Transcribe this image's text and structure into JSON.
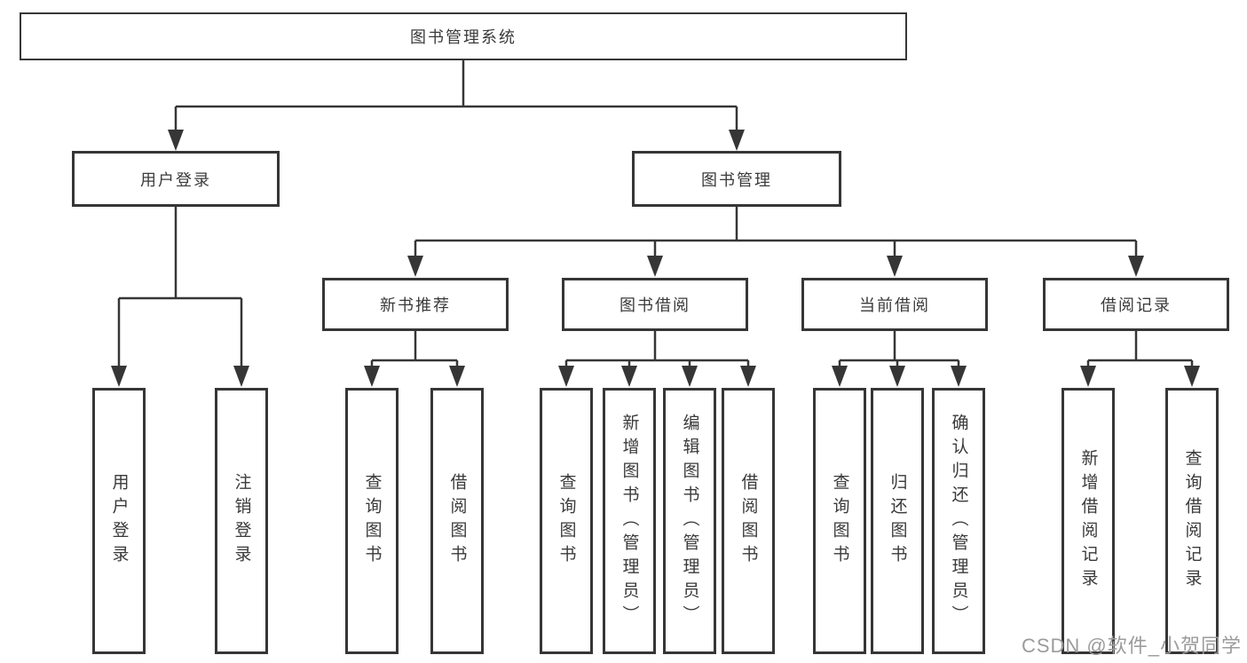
{
  "tree": {
    "root": {
      "label": "图书管理系统"
    },
    "children": [
      {
        "label": "用户登录",
        "children": [
          {
            "label": "用户登录"
          },
          {
            "label": "注销登录"
          }
        ]
      },
      {
        "label": "图书管理",
        "children": [
          {
            "label": "新书推荐",
            "children": [
              {
                "label": "查询图书"
              },
              {
                "label": "借阅图书"
              }
            ]
          },
          {
            "label": "图书借阅",
            "children": [
              {
                "label": "查询图书"
              },
              {
                "label": "新增图书（管理员）"
              },
              {
                "label": "编辑图书（管理员）"
              },
              {
                "label": "借阅图书"
              }
            ]
          },
          {
            "label": "当前借阅",
            "children": [
              {
                "label": "查询图书"
              },
              {
                "label": "归还图书"
              },
              {
                "label": "确认归还（管理员）"
              }
            ]
          },
          {
            "label": "借阅记录",
            "children": [
              {
                "label": "新增借阅记录"
              },
              {
                "label": "查询借阅记录"
              }
            ]
          }
        ]
      }
    ]
  },
  "watermark": {
    "text": "CSDN @软件_小贺同学"
  },
  "colors": {
    "line": "#363636",
    "box_border": "#363636",
    "text": "#3a3a3a",
    "watermark": "#9b9b9b",
    "background": "#ffffff"
  }
}
